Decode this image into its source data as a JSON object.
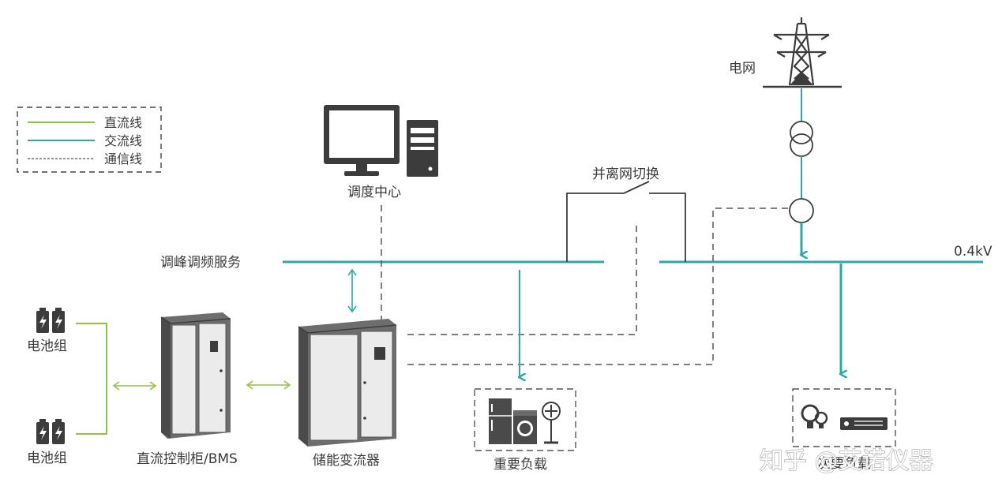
{
  "legend": {
    "dc_line": "直流线",
    "ac_line": "交流线",
    "comm_line": "通信线"
  },
  "labels": {
    "grid": "电网",
    "dispatch_center": "调度中心",
    "grid_switch": "并离网切换",
    "voltage": "0.4kV",
    "peak_service": "调峰调频服务",
    "battery_top": "电池组",
    "battery_bottom": "电池组",
    "dc_cabinet": "直流控制柜/BMS",
    "pcs": "储能变流器",
    "critical_load": "重要负载",
    "secondary_load": "次要负载"
  },
  "watermark": "知乎 @艾诺仪器",
  "icons": [
    "transmission-tower-icon",
    "transformer-icon",
    "current-transformer-icon",
    "computer-monitor-icon",
    "computer-tower-icon",
    "battery-icon",
    "cabinet-icon",
    "refrigerator-icon",
    "washing-machine-icon",
    "fan-icon",
    "lightbulb-icon",
    "dvd-player-icon"
  ],
  "colors": {
    "dc_line": "#8cc63f",
    "ac_line": "#2aa9a6",
    "comm_line": "#666666",
    "equipment": "#3c3c3c"
  }
}
